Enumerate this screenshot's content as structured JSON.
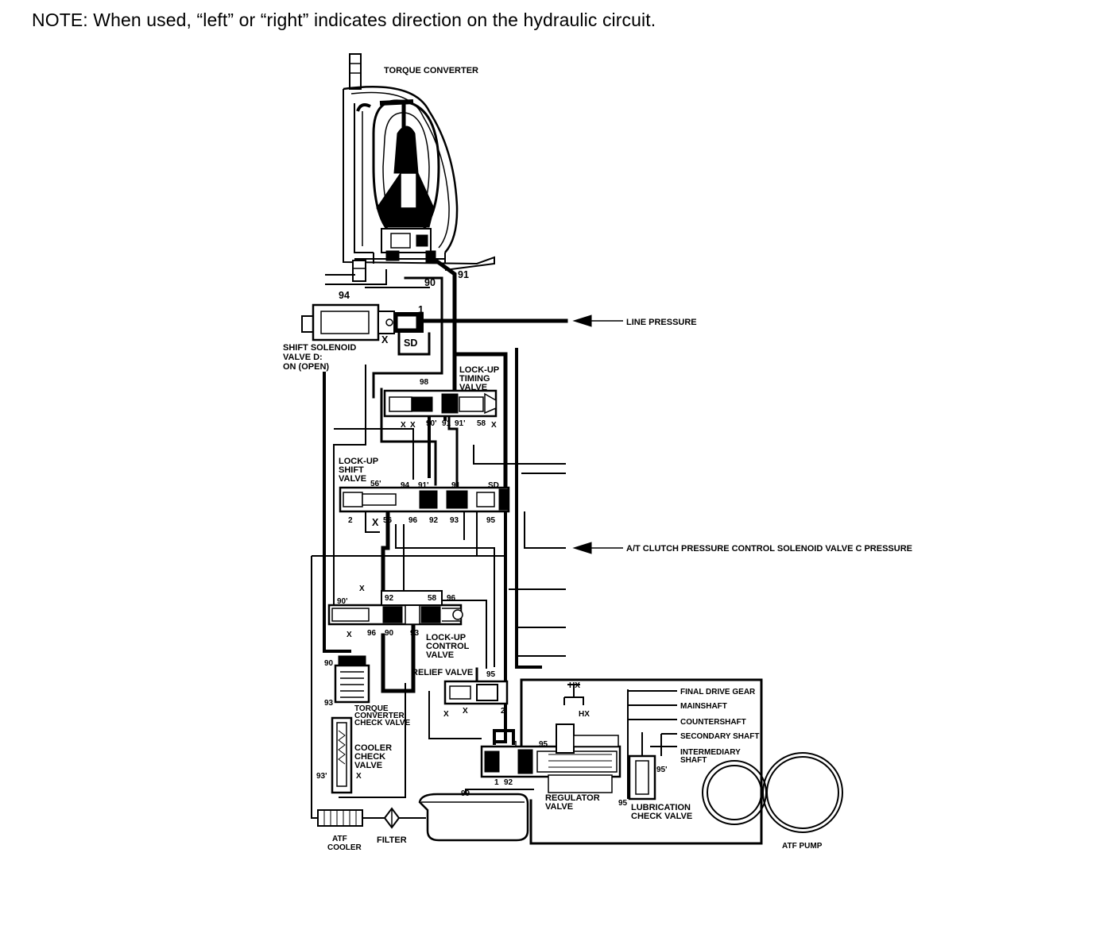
{
  "note": "NOTE: When used, “left” or “right” indicates direction on the hydraulic circuit.",
  "labels": {
    "torque_converter": "TORQUE CONVERTER",
    "line_pressure": "LINE PRESSURE",
    "shift_solenoid_1": "SHIFT SOLENOID",
    "shift_solenoid_2": "VALVE D:",
    "shift_solenoid_3": "ON (OPEN)",
    "lockup_timing_1": "LOCK-UP",
    "lockup_timing_2": "TIMING",
    "lockup_timing_3": "VALVE",
    "lockup_shift_1": "LOCK-UP",
    "lockup_shift_2": "SHIFT",
    "lockup_shift_3": "VALVE",
    "at_clutch": "A/T CLUTCH PRESSURE CONTROL SOLENOID VALVE C PRESSURE",
    "lockup_control_1": "LOCK-UP",
    "lockup_control_2": "CONTROL",
    "lockup_control_3": "VALVE",
    "relief_valve": "RELIEF VALVE",
    "tc_check_1": "TORQUE",
    "tc_check_2": "CONVERTER",
    "tc_check_3": "CHECK VALVE",
    "cooler_check_1": "COOLER",
    "cooler_check_2": "CHECK",
    "cooler_check_3": "VALVE",
    "final_drive_gear": "FINAL DRIVE GEAR",
    "mainshaft": "MAINSHAFT",
    "countershaft": "COUNTERSHAFT",
    "secondary_shaft": "SECONDARY SHAFT",
    "intermediary_1": "INTERMEDIARY",
    "intermediary_2": "SHAFT",
    "regulator_1": "REGULATOR",
    "regulator_2": "VALVE",
    "lubrication_1": "LUBRICATION",
    "lubrication_2": "CHECK VALVE",
    "atf_cooler_1": "ATF",
    "atf_cooler_2": "COOLER",
    "filter": "FILTER",
    "atf_pump": "ATF PUMP"
  },
  "ports": {
    "p90_top": "90",
    "p91_top": "91",
    "p94_top": "94",
    "p1_sol": "1",
    "x_sol": "X",
    "sd_sol": "SD",
    "p98": "98",
    "x_t1": "X",
    "x_t2": "X",
    "p90p_t": "90'",
    "p91_t": "91",
    "p91p_t": "91'",
    "p58_t": "58",
    "x_t3": "X",
    "p56p_s": "56'",
    "p94_s": "94",
    "p91p_s": "91'",
    "p91_s": "91",
    "sd_s": "SD",
    "p2_s": "2",
    "x_s": "X",
    "p56_s": "56",
    "p96_s": "96",
    "p92_s": "92",
    "p93_s": "93",
    "p95_s": "95",
    "x_c1": "X",
    "p90p_c": "90'",
    "p92_c": "92",
    "p58_c": "58",
    "p96_c": "96",
    "x_c2": "X",
    "p96_c2": "96",
    "p90_c": "90",
    "p93_c": "93",
    "p90_tc": "90",
    "p93_tc": "93",
    "p95_r": "95",
    "x_r1": "X",
    "x_r2": "X",
    "p2_r": "2",
    "p93p_cc": "93'",
    "x_cc": "X",
    "hx_top": "HX",
    "hx": "HX",
    "p1_reg": "1",
    "p95_reg": "95",
    "p1_reg2": "1",
    "p92_reg": "92",
    "p95p_l": "95'",
    "p95_l": "95",
    "p99": "99"
  }
}
